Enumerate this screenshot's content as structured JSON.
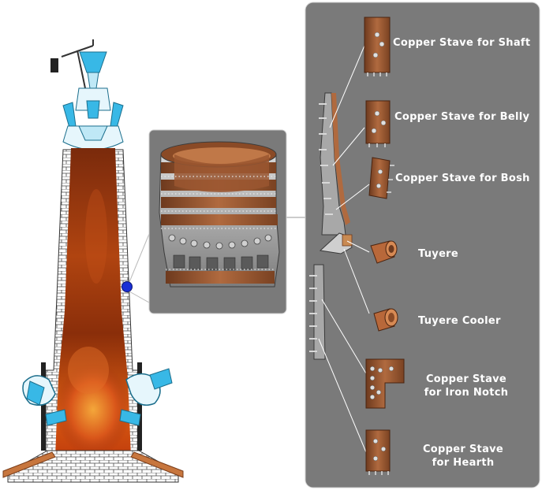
{
  "components": [
    {
      "id": "shaft",
      "label": "Copper Stave for Shaft",
      "lines": [
        "Copper Stave for Shaft"
      ]
    },
    {
      "id": "belly",
      "label": "Copper Stave for Belly",
      "lines": [
        "Copper Stave for Belly"
      ]
    },
    {
      "id": "bosh",
      "label": "Copper Stave for Bosh",
      "lines": [
        "Copper Stave for Bosh"
      ]
    },
    {
      "id": "tuyere",
      "label": "Tuyere",
      "lines": [
        "Tuyere"
      ]
    },
    {
      "id": "cooler",
      "label": "Tuyere Cooler",
      "lines": [
        "Tuyere Cooler"
      ]
    },
    {
      "id": "iron-notch",
      "label": "Copper Stave for Iron Notch",
      "lines": [
        "Copper Stave",
        "for Iron Notch"
      ]
    },
    {
      "id": "hearth",
      "label": "Copper Stave for Hearth",
      "lines": [
        "Copper Stave",
        "for Hearth"
      ]
    }
  ],
  "colors": {
    "panel": "#7a7a7a",
    "panel_border": "#cfcfcf",
    "copper": "#a0603a",
    "copper_dark": "#6e3a1e",
    "blue_equipment": "#38b8e6",
    "marker": "#1a2fd6",
    "brick_fill": "#ffffff",
    "brick_line": "#4a4a4a"
  }
}
